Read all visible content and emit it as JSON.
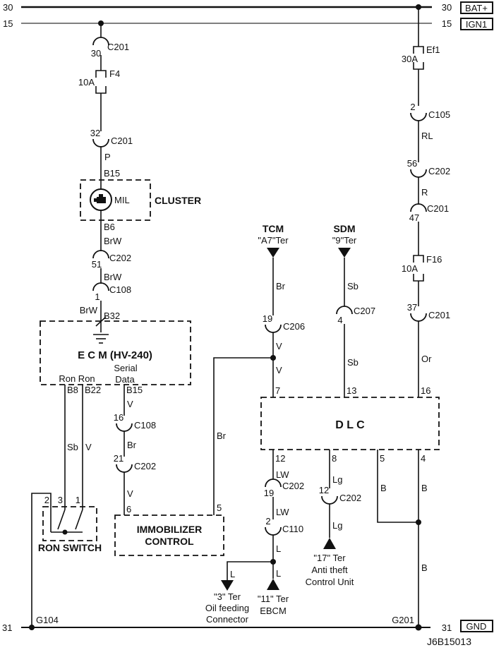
{
  "doc_id": "J6B15013",
  "colors": {
    "ink": "#111111",
    "background": "#ffffff"
  },
  "rails": {
    "bus30": "30",
    "bus15": "15",
    "bus31": "31",
    "bat": "BAT+",
    "ign": "IGN1",
    "gnd": "GND",
    "g104": "G104",
    "g201": "G201"
  },
  "fuses": {
    "f4": {
      "name": "F4",
      "rating": "10A"
    },
    "ef1": {
      "name": "Ef1",
      "rating": "30A"
    },
    "f16": {
      "name": "F16",
      "rating": "10A"
    }
  },
  "connectors": {
    "c201_30": {
      "pin": "30",
      "name": "C201"
    },
    "c201_32": {
      "pin": "32",
      "name": "C201"
    },
    "c202_51": {
      "pin": "51",
      "name": "C202"
    },
    "c108_1": {
      "pin": "1",
      "name": "C108"
    },
    "c108_16": {
      "pin": "16",
      "name": "C108"
    },
    "c202_21": {
      "pin": "21",
      "name": "C202"
    },
    "c206_19": {
      "pin": "19",
      "name": "C206"
    },
    "c207_4": {
      "pin": "4",
      "name": "C207"
    },
    "c105_2": {
      "pin": "2",
      "name": "C105"
    },
    "c202_56": {
      "pin": "56",
      "name": "C202"
    },
    "c201_47": {
      "pin": "47",
      "name": "C201"
    },
    "c201_37": {
      "pin": "37",
      "name": "C201"
    },
    "c202_19dlc": {
      "pin": "19",
      "name": "C202"
    },
    "c110_2": {
      "pin": "2",
      "name": "C110"
    },
    "c202_12": {
      "pin": "12",
      "name": "C202"
    }
  },
  "cluster": {
    "name": "CLUSTER",
    "lamp": "MIL",
    "pin_top": "B15",
    "pin_bottom": "B6"
  },
  "ecm": {
    "title": "E C M  (HV-240)",
    "pin_b32": "B32",
    "ron_label": "Ron Ron",
    "serial1": "Serial",
    "serial2": "Data",
    "pin_b8": "B8",
    "pin_b22": "B22",
    "pin_b15": "B15"
  },
  "ron_switch": {
    "name": "RON SWITCH",
    "pin2": "2",
    "pin3": "3",
    "pin1": "1"
  },
  "immobilizer": {
    "line1": "IMMOBILIZER",
    "line2": "CONTROL",
    "pin6": "6",
    "pin5": "5"
  },
  "dlc": {
    "name": "D L C",
    "pin7": "7",
    "pin13": "13",
    "pin16": "16",
    "pin12": "12",
    "pin8": "8",
    "pin5": "5",
    "pin4": "4"
  },
  "tcm": {
    "name": "TCM",
    "terminal": "\"A7\"Ter"
  },
  "sdm": {
    "name": "SDM",
    "terminal": "\"9\"Ter"
  },
  "oil_feeding": {
    "line1": "\"3\" Ter",
    "line2": "Oil feeding",
    "line3": "Connector"
  },
  "ebcm": {
    "line1": "\"11\" Ter",
    "line2": "EBCM"
  },
  "anti_theft": {
    "line1": "\"17\" Ter",
    "line2": "Anti theft",
    "line3": "Control Unit"
  },
  "wire_colors": {
    "p": "P",
    "brw_a": "BrW",
    "brw_b": "BrW",
    "brw_c": "BrW",
    "sb_ron": "Sb",
    "v_ron": "V",
    "v_ser_a": "V",
    "br_ser": "Br",
    "v_ser_b": "V",
    "br_tcm": "Br",
    "v_tcm_a": "V",
    "v_tcm_b": "V",
    "br_immo": "Br",
    "sb_sdm_a": "Sb",
    "sb_sdm_b": "Sb",
    "rl": "RL",
    "r": "R",
    "or": "Or",
    "lw_a": "LW",
    "lw_b": "LW",
    "l_a": "L",
    "l_b": "L",
    "l_c": "L",
    "lg_a": "Lg",
    "lg_b": "Lg",
    "b_a": "B",
    "b_b": "B",
    "b_c": "B"
  }
}
